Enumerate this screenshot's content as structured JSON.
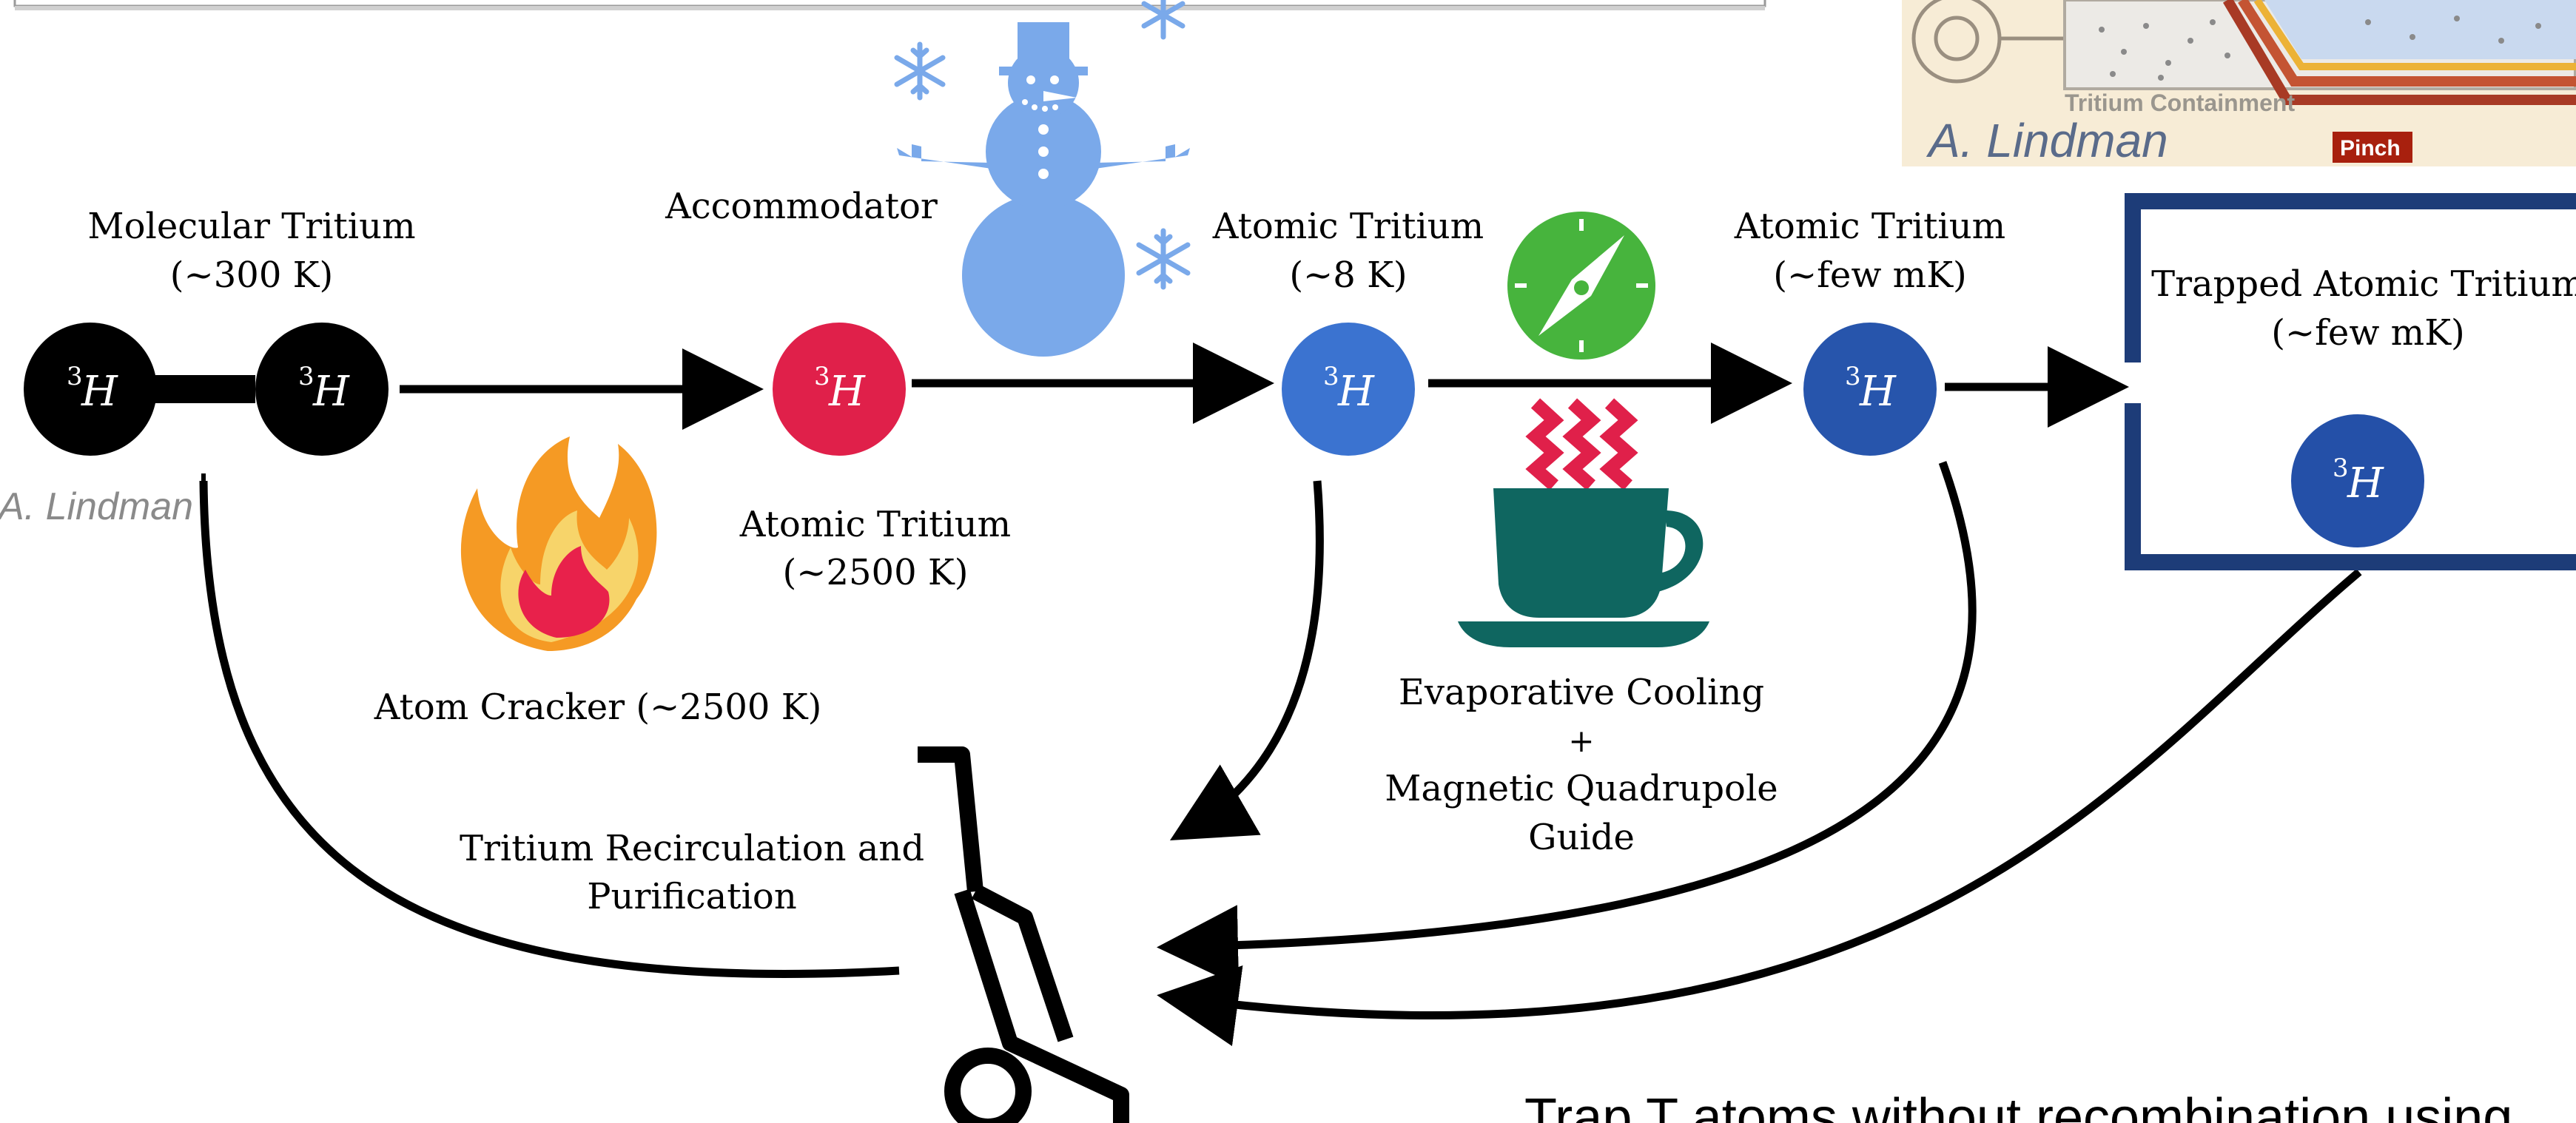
{
  "credit_inset_top_right": "A. Lindman",
  "credit_inset_left": "A. Lindman",
  "inset_labels": {
    "containment": "Tritium Containment",
    "pinch": "Pinch"
  },
  "atom": {
    "superscript": "3",
    "symbol": "H"
  },
  "labels": {
    "molecular_tritium": [
      "Molecular Tritium",
      "(~300 K)"
    ],
    "accommodator": "Accommodator",
    "atomic_8k": [
      "Atomic Tritium",
      "(~8 K)"
    ],
    "atomic_fewmk": [
      "Atomic Tritium",
      "(~few mK)"
    ],
    "trapped": [
      "Trapped Atomic Tritium",
      "(~few mK)"
    ],
    "atomic_2500": [
      "Atomic Tritium",
      "(~2500 K)"
    ],
    "atom_cracker": "Atom Cracker (~2500 K)",
    "evaporative": [
      "Evaporative Cooling",
      "+",
      "Magnetic Quadrupole",
      "Guide"
    ],
    "recirculation": [
      "Tritium Recirculation and",
      "Purification"
    ]
  },
  "bottom_caption": "Trap T atoms without recombination using",
  "icons": [
    "snowman-icon",
    "snowflake-icon",
    "fire-icon",
    "compass-icon",
    "heat-waves-icon",
    "coffee-cup-icon",
    "vacuum-cleaner-icon"
  ],
  "colors": {
    "molecular_atom": "#000000",
    "hot_atom": "#e0204a",
    "cold_atom": "#3b73d0",
    "fewmk_atom": "#2755ac",
    "trapped_atom": "#2450a8",
    "trap_box": "#1d3c78",
    "snowman": "#7aa9ea",
    "compass": "#47b43d",
    "cup": "#0f6660",
    "waves": "#e0204a",
    "flame_outer": "#f59a24",
    "flame_inner": "#e8214b"
  }
}
